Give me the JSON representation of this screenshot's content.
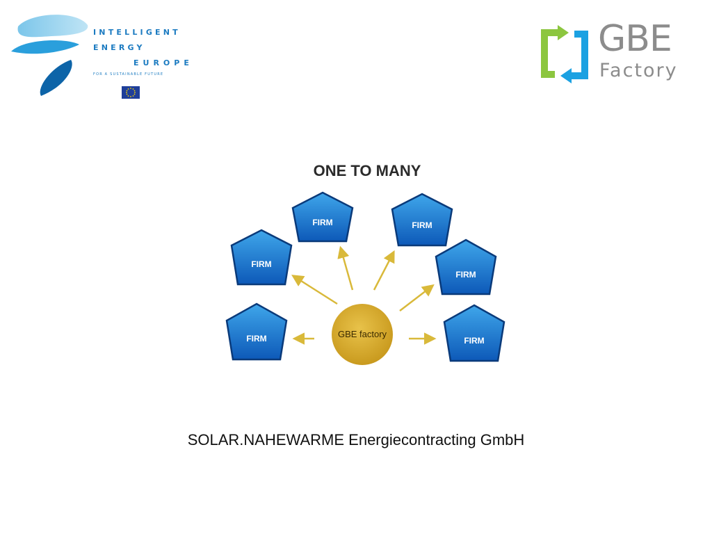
{
  "iee_logo": {
    "line1": "INTELLIGENT",
    "line2": "ENERGY",
    "line3": "EUROPE",
    "tagline": "FOR A SUSTAINABLE FUTURE",
    "icon": "iee-swoosh-icon",
    "flag": "eu-flag-icon",
    "color": "#1c7bc1"
  },
  "gbe_logo": {
    "word": "GBE",
    "sub": "Factory",
    "icon": "recycle-arrows-icon",
    "colors": {
      "green": "#8cc63f",
      "blue": "#1ba1e2",
      "gray": "#8c8c8c"
    }
  },
  "diagram": {
    "title": "ONE TO MANY",
    "hub_label": "GBE factory",
    "firms": [
      "FIRM",
      "FIRM",
      "FIRM",
      "FIRM",
      "FIRM",
      "FIRM"
    ],
    "colors": {
      "pentagon": "#1671c9",
      "hub": "#d4a92a",
      "arrow": "#d9b93a"
    }
  },
  "footer": {
    "text": "SOLAR.NAHEWARME Energiecontracting GmbH"
  }
}
